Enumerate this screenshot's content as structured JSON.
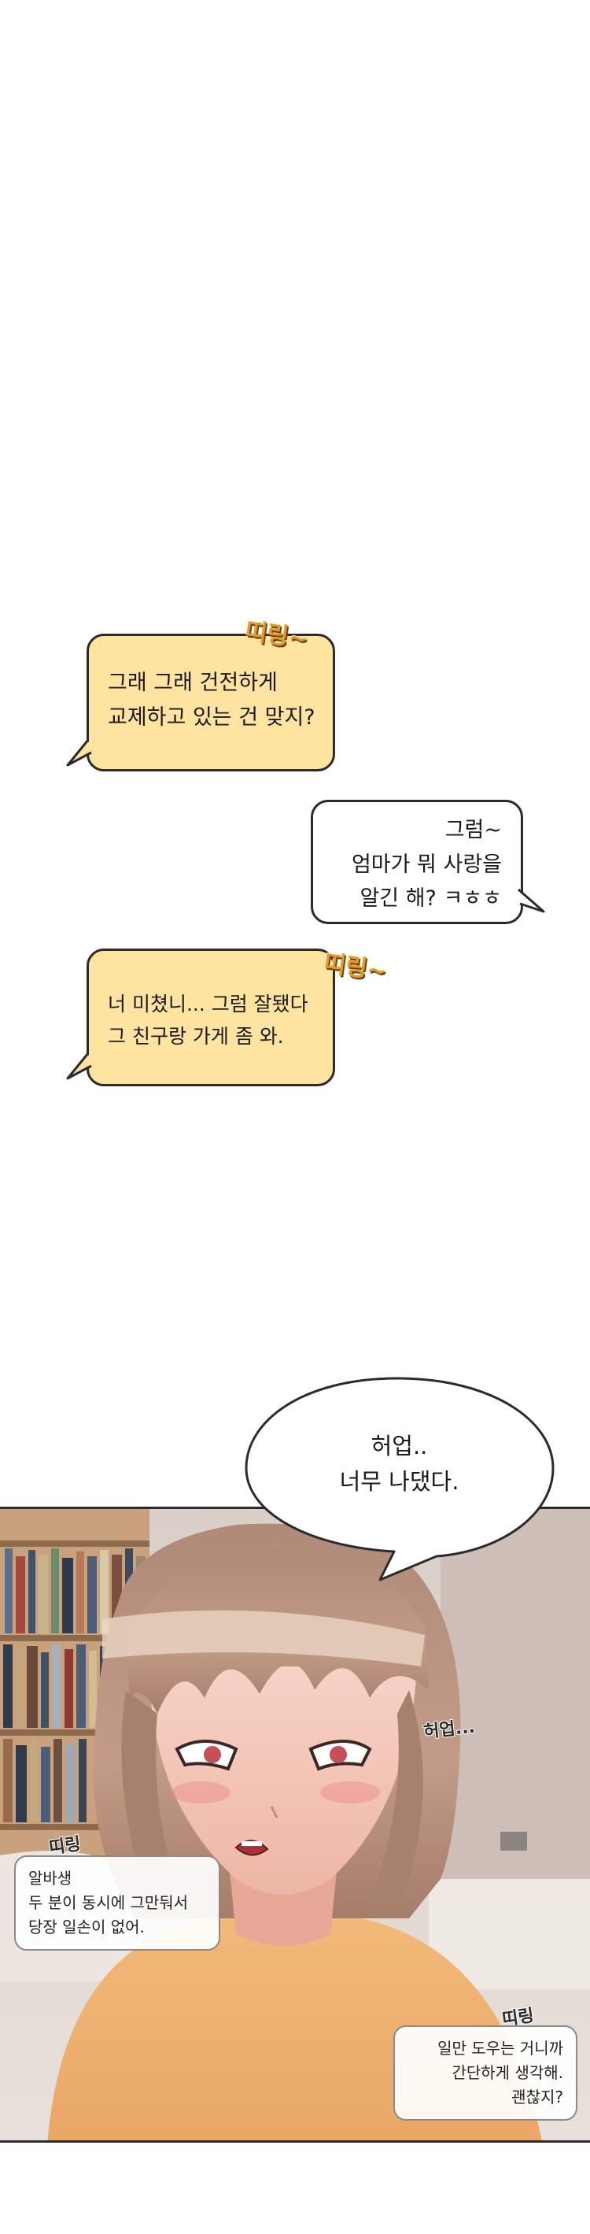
{
  "messages": [
    {
      "lines": [
        "그래 그래 건전하게",
        "교제하고 있는 건 맞지?"
      ]
    },
    {
      "lines": [
        "그럼~",
        "엄마가 뭐 사랑을",
        "알긴 해? ㅋㅎㅎ"
      ]
    },
    {
      "lines": [
        "너 미쳤니... 그럼 잘됐다",
        "그 친구랑 가게 좀 와."
      ]
    }
  ],
  "sfx": {
    "ding_1": "띠링~",
    "ding_2": "띠링~",
    "gasp": "허업...",
    "ding_3": "띠링",
    "ding_4": "띠링"
  },
  "speech": {
    "lines": [
      "허업..",
      "너무 나댔다."
    ]
  },
  "panel_messages": [
    {
      "lines": [
        "알바생",
        "두 분이 동시에 그만둬서",
        "당장 일손이 없어."
      ]
    },
    {
      "lines": [
        "일만 도우는 거니까",
        "간단하게 생각해.",
        "괜찮지?"
      ]
    }
  ],
  "colors": {
    "bubble_yellow": "#ffe3a1",
    "outline": "#2b2b2b",
    "sfx_orange": "#e39a2c"
  }
}
